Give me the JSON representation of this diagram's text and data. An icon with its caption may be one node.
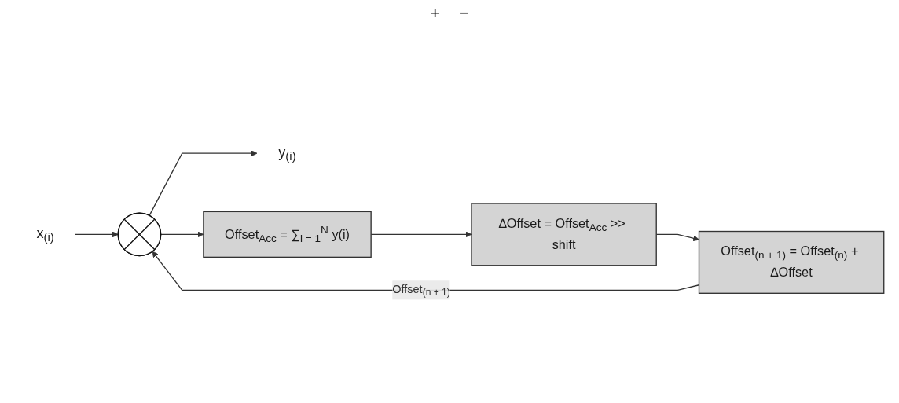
{
  "diagram": {
    "nodes": [
      {
        "text": [
          "x$_{(i)}$"
        ]
      },
      {
        "text": [],
        "shape": "circle"
      },
      {
        "text": [
          "y$_{(i)}$"
        ]
      },
      {
        "text": [
          "Offset$_{Acc}$ = ∑$_{i = 1}$$^{N}$ y(i)"
        ]
      },
      {
        "text": [
          "Offset$_{(n + 1)}$ = Offset$_{(n)}$ + ∆Offset"
        ]
      },
      {
        "text": [
          "∆Offset = Offset$_{Acc}$ >> shift"
        ]
      }
    ],
    "edges": [
      {
        "from": 0,
        "to": 1,
        "arrow": "to"
      },
      {
        "from": 1,
        "to": 2,
        "arrow": "to"
      },
      {
        "from": 1,
        "to": 3,
        "arrow": "to"
      },
      {
        "from": 3,
        "to": 5,
        "arrow": "to"
      },
      {
        "from": 5,
        "to": 4,
        "arrow": "to"
      },
      {
        "from": 4,
        "to": 1,
        "arrow": "to",
        "label": "Offset$_{(n + 1)}$"
      }
    ],
    "labels": [
      "+",
      "−"
    ]
  }
}
